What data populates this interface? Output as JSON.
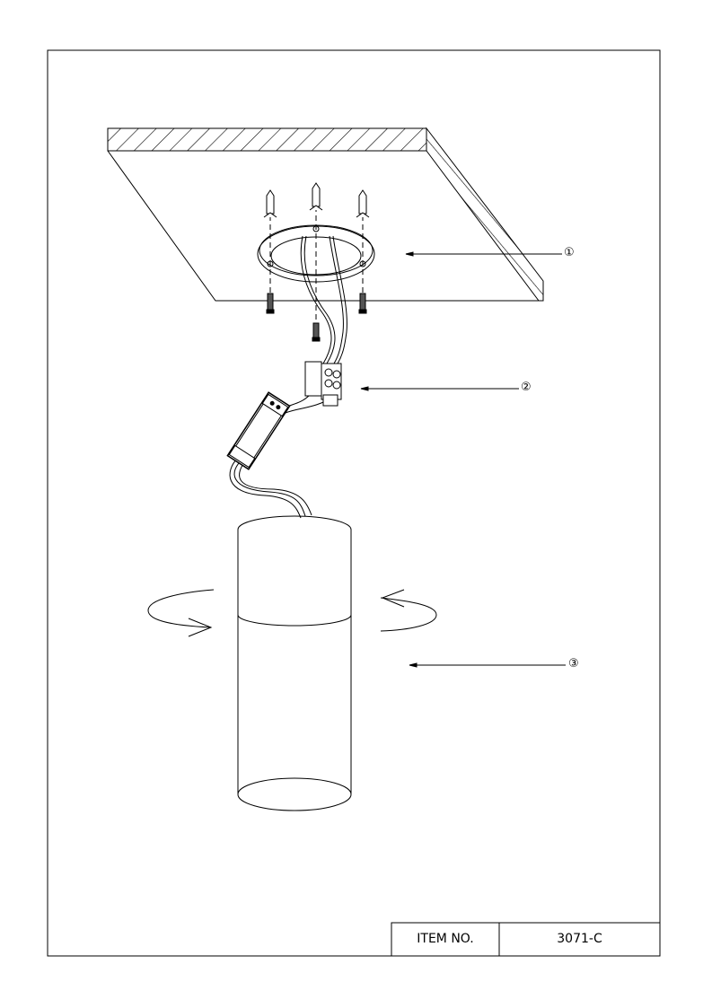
{
  "callouts": [
    {
      "label": "①",
      "part": "mounting-plate"
    },
    {
      "label": "②",
      "part": "terminal-block"
    },
    {
      "label": "③",
      "part": "lamp-body"
    }
  ],
  "title_block": {
    "item_no_label": "ITEM NO.",
    "item_no_value": "3071-C"
  },
  "colors": {
    "line": "#000000",
    "background": "#ffffff"
  }
}
